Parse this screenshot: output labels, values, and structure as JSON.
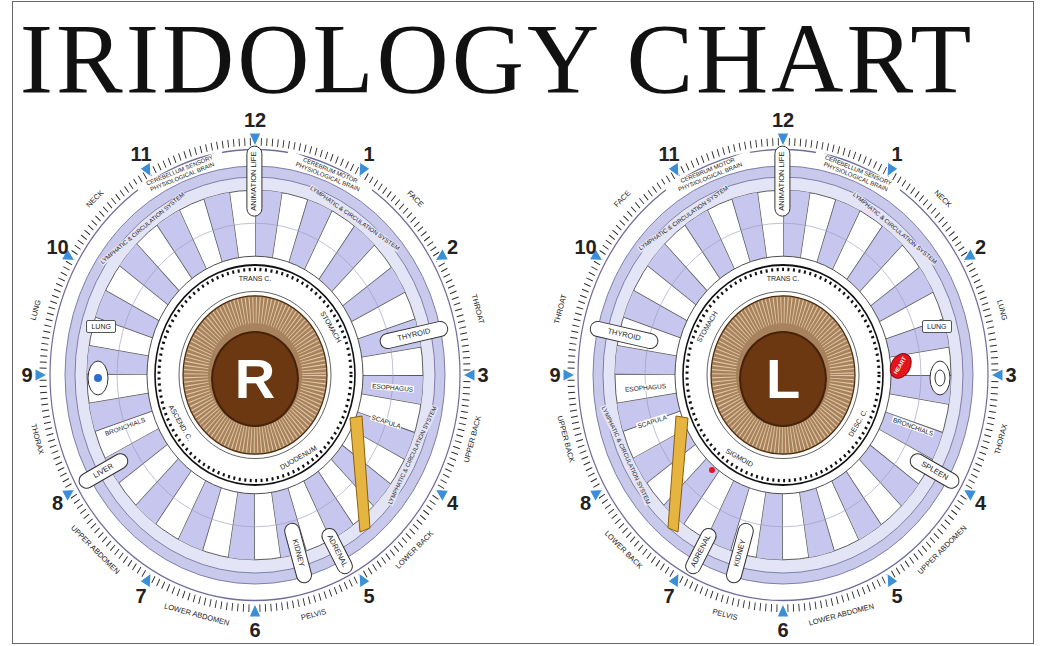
{
  "diagram": {
    "title": "IRIDOLOGY CHART",
    "nodes": [
      {
        "text": [
          "R"
        ]
      },
      {
        "text": [
          "L"
        ]
      },
      {
        "text": [
          "THYROID"
        ]
      },
      {
        "text": [
          "LIVER"
        ]
      },
      {
        "text": [
          "KIDNEY"
        ]
      },
      {
        "text": [
          "ADRENAL"
        ]
      },
      {
        "text": [
          "ANIMATION LIFE"
        ]
      },
      {
        "text": [
          "LUNG"
        ]
      },
      {
        "text": [
          "THYROID"
        ]
      },
      {
        "text": [
          "SPLEEN"
        ]
      },
      {
        "text": [
          "KIDNEY"
        ]
      },
      {
        "text": [
          "ADRENAL"
        ]
      },
      {
        "text": [
          "ANIMATION LIFE"
        ]
      },
      {
        "text": [
          "LUNG"
        ]
      },
      {
        "text": [
          "HEART"
        ]
      }
    ],
    "labels": [
      "12",
      "1",
      "2",
      "3",
      "4",
      "5",
      "6",
      "7",
      "8",
      "9",
      "10",
      "11",
      "12",
      "1",
      "2",
      "3",
      "4",
      "5",
      "6",
      "7",
      "8",
      "9",
      "10",
      "11",
      "CEREBELLUM SENSORY PHYSIOLOGICAL BRAIN",
      "CEREBRUM MOTOR PHYSIOLOGICAL BRAIN",
      "NECK",
      "FACE",
      "THROAT",
      "UPPER BACK",
      "LOWER BACK",
      "PELVIS",
      "LOWER ABDOMEN",
      "UPPER ABDOMEN",
      "THORAX",
      "LUNG",
      "LYMPHATIC & CIRCULATION SYSTEM",
      "LYMPHATIC & CIRCULATION SYSTEM",
      "LYMPHATIC & CIRCULATION SYSTEM",
      "TRANS C.",
      "STOMACH",
      "DUODENUM",
      "ASCEND. C.",
      "BRONCHIALS",
      "ESOPHAGUS",
      "SCAPULA",
      "CEREBELLUM SENSORY PHYSIOLOGICAL BRAIN",
      "CEREBRUM MOTOR PHYSIOLOGICAL BRAIN",
      "NECK",
      "FACE",
      "THROAT",
      "UPPER BACK",
      "LOWER BACK",
      "PELVIS",
      "LOWER ABDOMEN",
      "UPPER ABDOMEN",
      "THORAX",
      "LUNG",
      "LYMPHATIC & CIRCULATION SYSTEM",
      "LYMPHATIC & CIRCULATION SYSTEM",
      "LYMPHATIC & CIRCULATION SYSTEM",
      "TRANS C.",
      "STOMACH",
      "SIGMOID",
      "DESC. C.",
      "BRONCHIALS",
      "ESOPHAGUS",
      "SCAPULA"
    ]
  }
}
